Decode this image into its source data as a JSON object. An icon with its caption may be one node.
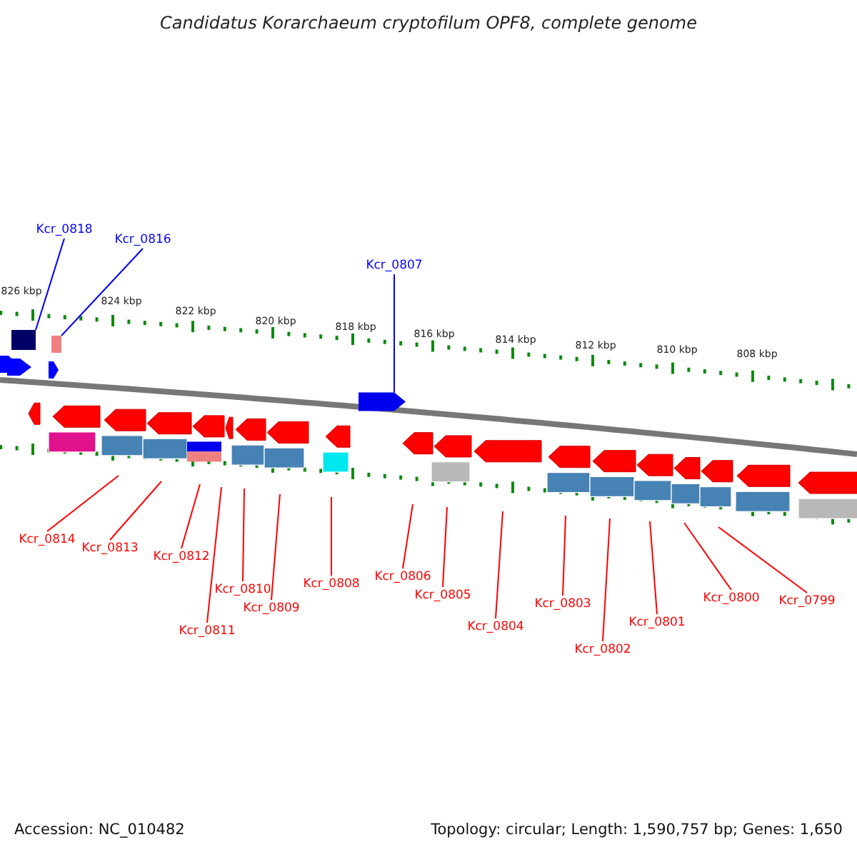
{
  "diagram": {
    "title": "Candidatus Korarchaeum cryptofilum OPF8, complete genome",
    "nodes": [
      {
        "text": [
          "Kcr_0818"
        ]
      },
      {
        "text": [
          "Kcr_0816"
        ]
      },
      {
        "text": [
          "Kcr_0807"
        ]
      },
      {
        "text": [
          "Kcr_0814"
        ]
      },
      {
        "text": [
          "Kcr_0813"
        ]
      },
      {
        "text": [
          "Kcr_0812"
        ]
      },
      {
        "text": [
          "Kcr_0810"
        ]
      },
      {
        "text": [
          "Kcr_0811"
        ]
      },
      {
        "text": [
          "Kcr_0809"
        ]
      },
      {
        "text": [
          "Kcr_0808"
        ]
      },
      {
        "text": [
          "Kcr_0806"
        ]
      },
      {
        "text": [
          "Kcr_0805"
        ]
      },
      {
        "text": [
          "Kcr_0804"
        ]
      },
      {
        "text": [
          "Kcr_0803"
        ]
      },
      {
        "text": [
          "Kcr_0802"
        ]
      },
      {
        "text": [
          "Kcr_0801"
        ]
      },
      {
        "text": [
          "Kcr_0800"
        ]
      },
      {
        "text": [
          "Kcr_0799"
        ]
      },
      {
        "text": [],
        "shape": "box"
      },
      {
        "text": [],
        "shape": "box"
      },
      {
        "text": [],
        "shape": "arrow"
      }
    ],
    "edges": [
      {
        "from": 0,
        "to": 18,
        "arrow": "none",
        "color": "#0000ff"
      },
      {
        "from": 1,
        "to": 19,
        "arrow": "none",
        "color": "#0000ff"
      },
      {
        "from": 2,
        "to": 20,
        "arrow": "none",
        "color": "#0000ff"
      },
      {
        "from": 3,
        "to": null,
        "arrow": "none"
      },
      {
        "from": 4,
        "to": null,
        "arrow": "none"
      },
      {
        "from": 5,
        "to": null,
        "arrow": "none"
      },
      {
        "from": 6,
        "to": null,
        "arrow": "none"
      },
      {
        "from": 7,
        "to": null,
        "arrow": "none"
      },
      {
        "from": 8,
        "to": null,
        "arrow": "none"
      },
      {
        "from": 9,
        "to": null,
        "arrow": "none"
      },
      {
        "from": 10,
        "to": null,
        "arrow": "none"
      },
      {
        "from": 11,
        "to": null,
        "arrow": "none"
      },
      {
        "from": 12,
        "to": null,
        "arrow": "none"
      },
      {
        "from": 13,
        "to": null,
        "arrow": "none"
      },
      {
        "from": 14,
        "to": null,
        "arrow": "none"
      },
      {
        "from": 15,
        "to": null,
        "arrow": "none"
      },
      {
        "from": 16,
        "to": null,
        "arrow": "none"
      },
      {
        "from": 17,
        "to": null,
        "arrow": "none"
      }
    ],
    "labels": [
      "826 kbp",
      "824 kbp",
      "822 kbp",
      "820 kbp",
      "818 kbp",
      "816 kbp",
      "814 kbp",
      "812 kbp",
      "810 kbp",
      "808 kbp",
      "Accession: NC_010482",
      "Topology: circular; Length: 1,590,757 bp; Genes: 1,650"
    ]
  }
}
